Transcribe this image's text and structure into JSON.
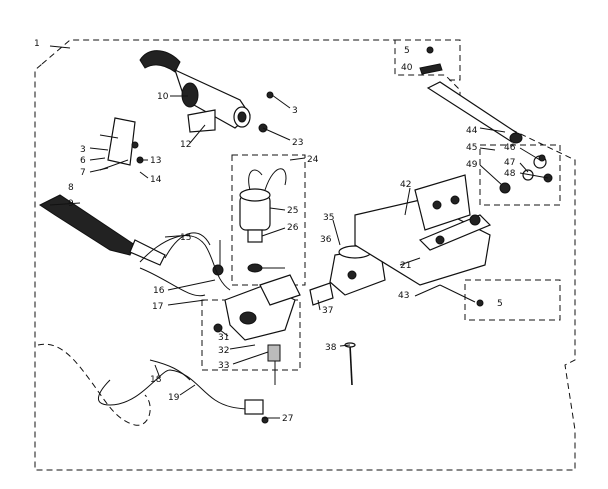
{
  "callouts": [
    "1",
    "5",
    "40",
    "10",
    "3",
    "12",
    "23",
    "44",
    "45",
    "46",
    "47",
    "48",
    "49",
    "3",
    "6",
    "7",
    "13",
    "14",
    "24",
    "8",
    "9",
    "25",
    "26",
    "42",
    "35",
    "36",
    "15",
    "21",
    "16",
    "43",
    "5",
    "17",
    "37",
    "31",
    "32",
    "38",
    "33",
    "18",
    "19",
    "27"
  ]
}
